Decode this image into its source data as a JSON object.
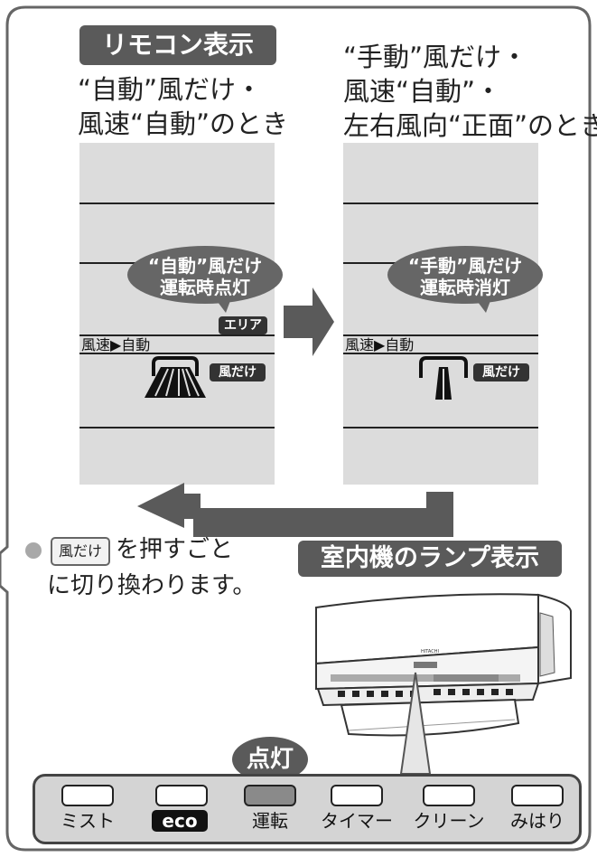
{
  "remote_header": "リモコン表示",
  "left_caption": [
    "“自動”風だけ・",
    "風速“自動”のとき"
  ],
  "right_caption": [
    "“手動”風だけ・",
    "風速“自動”・",
    "左右風向“正面”のとき"
  ],
  "left_bubble": [
    "“自動”風だけ",
    "運転時点灯"
  ],
  "right_bubble": [
    "“手動”風だけ",
    "運転時消灯"
  ],
  "area_badge": "エリア",
  "kaze_badge": "風だけ",
  "speed_label": "風速▶自動",
  "note": {
    "button": "風だけ",
    "line1": "を押すご",
    "line1_tail": "と",
    "line2": "に切り換わります。"
  },
  "indoor_header": "室内機のランプ表示",
  "lit_label": "点灯",
  "indicators": [
    {
      "label": "ミスト",
      "on": false
    },
    {
      "label": "eco",
      "on": false
    },
    {
      "label": "運転",
      "on": true
    },
    {
      "label": "タイマー",
      "on": false
    },
    {
      "label": "クリーン",
      "on": false
    },
    {
      "label": "みはり",
      "on": false
    }
  ],
  "colors": {
    "tag": "#5a5a5a",
    "panel": "#dcdcdc",
    "arrow": "#5a5a5a",
    "lamp_on": "#8a8a8a"
  }
}
